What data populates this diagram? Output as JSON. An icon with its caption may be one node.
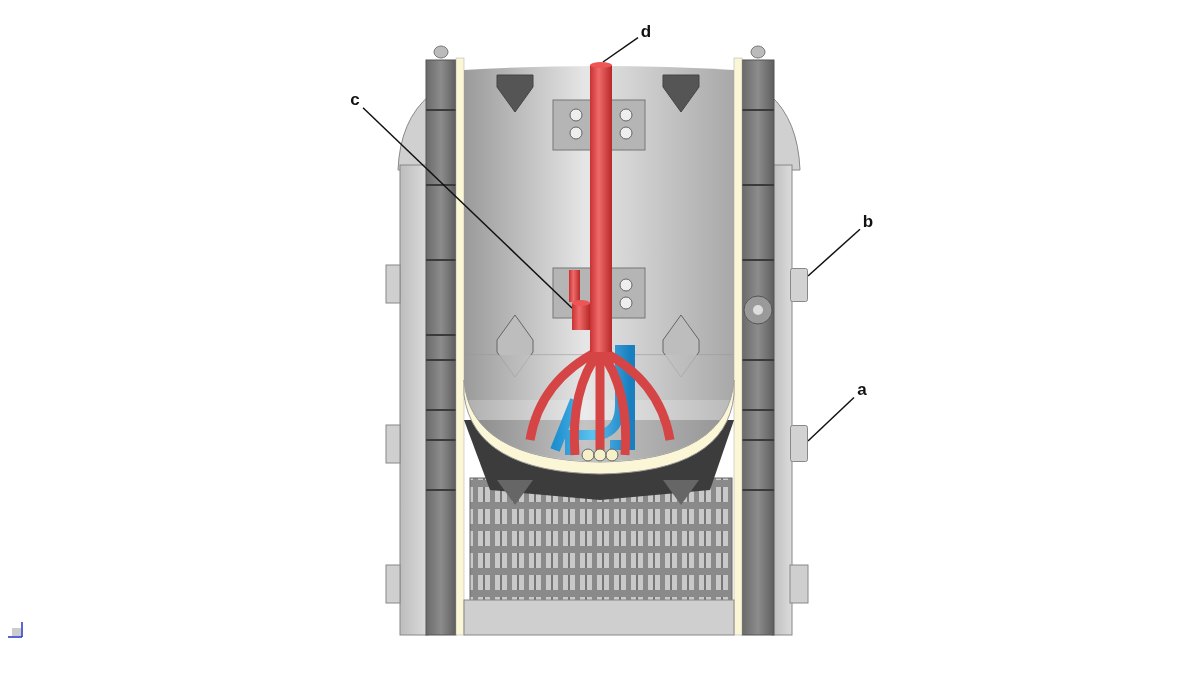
{
  "diagram": {
    "nodes": [
      {
        "text": [
          "d"
        ]
      },
      {
        "text": [
          "c"
        ]
      },
      {
        "text": [
          "b"
        ]
      },
      {
        "text": [
          "a"
        ]
      },
      {
        "text": [],
        "shape": "cylinder"
      },
      {
        "text": [],
        "shape": "cylinder"
      },
      {
        "text": [],
        "shape": "box"
      },
      {
        "text": [],
        "shape": "box"
      }
    ],
    "edges": [
      {
        "from": 0,
        "to": 4,
        "arrow": "none"
      },
      {
        "from": 1,
        "to": 5,
        "arrow": "none"
      },
      {
        "from": 2,
        "to": 6,
        "arrow": "none"
      },
      {
        "from": 3,
        "to": 7,
        "arrow": "none"
      }
    ]
  }
}
